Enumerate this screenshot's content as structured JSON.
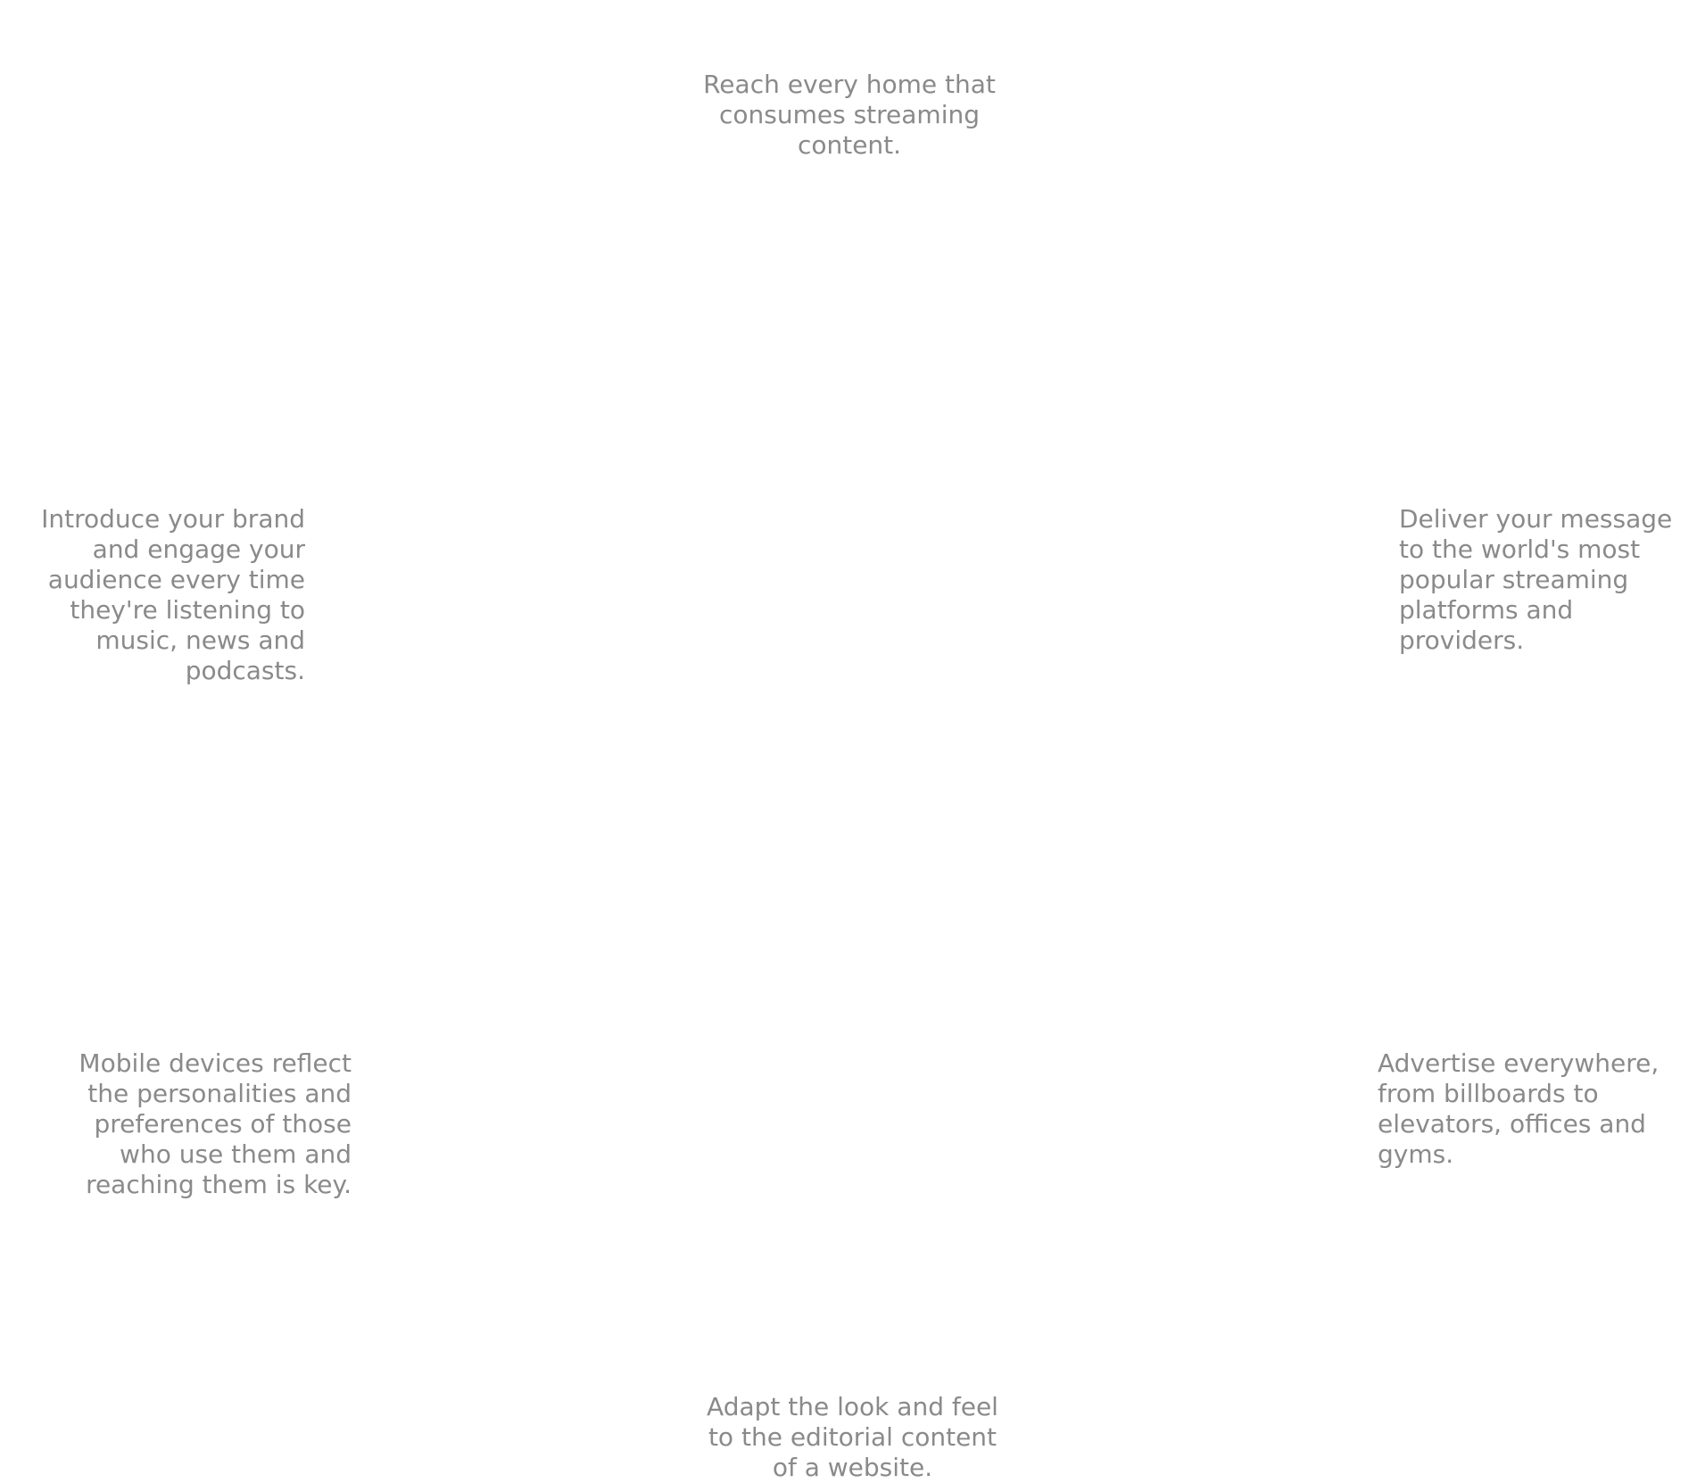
{
  "blurbs": {
    "top": "Reach every home that consumes streaming content.",
    "left_upper": "Introduce your brand and engage your audience every time they're listening to music, news and podcasts.",
    "right_upper": "Deliver your message to the world's most popular streaming platforms and providers.",
    "left_lower": "Mobile devices reflect the personalities and preferences of those who use them and reaching them is key.",
    "right_lower": "Advertise everywhere, from billboards to elevators, offices and gyms.",
    "bottom": "Adapt the look and feel to the editorial content of a website."
  },
  "colors": {
    "text": "#8a8a8a",
    "background": "#ffffff"
  }
}
